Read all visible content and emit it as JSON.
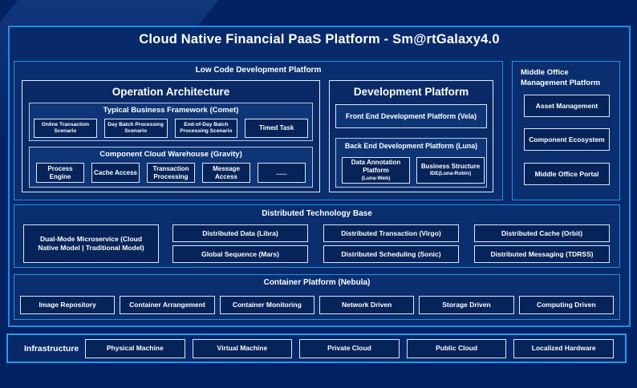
{
  "title": "Cloud Native Financial PaaS Platform - Sm@rtGalaxy4.0",
  "colors": {
    "background": "#032264",
    "panel_fill": "#0a2e6e",
    "leaf_fill": "#062459",
    "accent_border": "#1d8de6",
    "light_border": "#dce6f5",
    "text": "#ffffff"
  },
  "low_code": {
    "label": "Low Code Development Platform",
    "operation": {
      "title": "Operation Architecture",
      "comet": {
        "label": "Typical Business Framework (Comet)",
        "items": [
          "Online Transaction Scenario",
          "Day Batch Processing Scenario",
          "End-of-Day Batch Processing Scenario",
          "Timed Task"
        ]
      },
      "gravity": {
        "label": "Component Cloud Warehouse (Gravity)",
        "items": [
          "Process Engine",
          "Cache Access",
          "Transaction Processing",
          "Message Access",
          "......"
        ]
      }
    },
    "development": {
      "title": "Development Platform",
      "vela_label": "Front End Development Platform (Vela)",
      "luna": {
        "label": "Back End Development Platform (Luna)",
        "items": [
          {
            "name": "Data Annotation Platform",
            "sub": "(Luna-Web)"
          },
          {
            "name": "Business Structure",
            "sub": "IDE(Luna-Robin)"
          }
        ]
      }
    }
  },
  "middle_office": {
    "label": "Middle Office Management Platform",
    "items": [
      "Asset Management",
      "Component Ecosystem",
      "Middle Office Portal"
    ]
  },
  "distributed": {
    "label": "Distributed Technology Base",
    "dual_mode_label": "Dual-Mode Microservice (Cloud Native Model | Traditional Model)",
    "columns": [
      [
        "Distributed Data (Libra)",
        "Global Sequence (Mars)"
      ],
      [
        "Distributed Transaction (Virgo)",
        "Distributed Scheduling (Sonic)"
      ],
      [
        "Distributed Cache (Orbit)",
        "Distributed Messaging (TDRSS)"
      ]
    ]
  },
  "container_platform": {
    "label": "Container Platform (Nebula)",
    "items": [
      "Image Repository",
      "Container Arrangement",
      "Container Monitoring",
      "Network Driven",
      "Storage Driven",
      "Computing Driven"
    ]
  },
  "infrastructure": {
    "label": "Infrastructure",
    "items": [
      "Physical Machine",
      "Virtual Machine",
      "Private Cloud",
      "Public Cloud",
      "Localized Hardware"
    ]
  }
}
